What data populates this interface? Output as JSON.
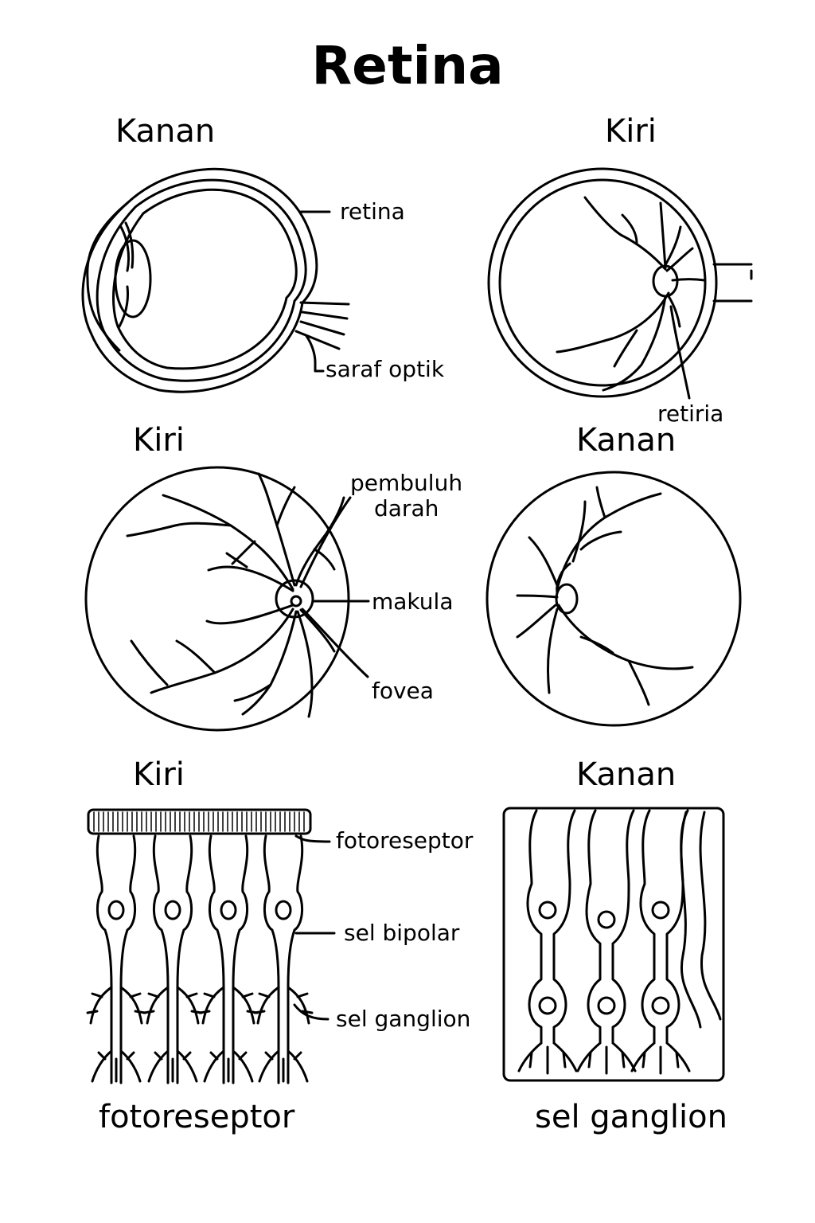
{
  "title": "Retina",
  "headings": {
    "top_left": "Kanan",
    "top_right": "Kiri",
    "mid_left": "Kiri",
    "mid_right": "Kanan",
    "bottom_left": "Kiri",
    "bottom_right": "Kanan"
  },
  "labels": {
    "retina": "retina",
    "saraf_optik": "saraf optik",
    "retina_2": "retiria",
    "pembuluh_darah_1": "pembuluh",
    "pembuluh_darah_2": "darah",
    "makula": "makula",
    "fovea": "fovea",
    "fotoreseptor": "fotoreseptor",
    "sel_bipolar": "sel bipolar",
    "sel_ganglion": "sel ganglion"
  },
  "captions": {
    "left": "fotoreseptor",
    "right": "sel ganglion"
  },
  "colors": {
    "ink": "#000000",
    "paper": "#ffffff"
  }
}
